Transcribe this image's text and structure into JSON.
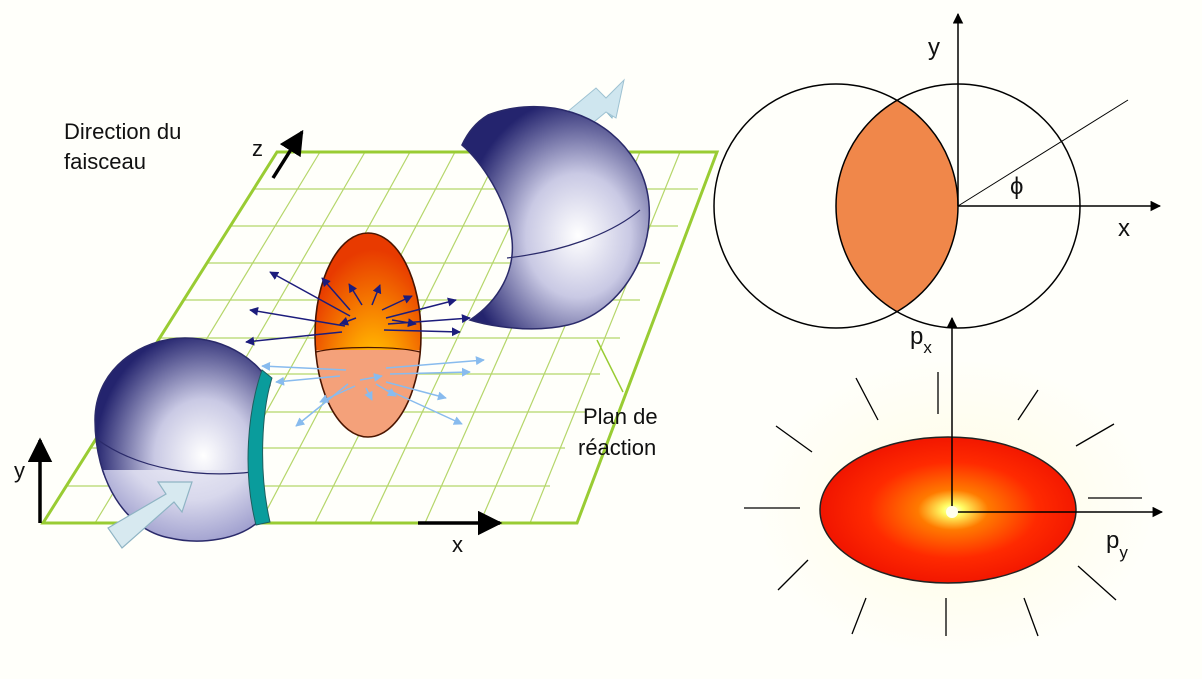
{
  "left_diagram": {
    "beam_label_line1": "Direction du",
    "beam_label_line2": "faisceau",
    "plane_label_line1": "Plan de",
    "plane_label_line2": "réaction",
    "axis_z": "z",
    "axis_y": "y",
    "axis_x": "x"
  },
  "overlap_diagram": {
    "axis_y": "y",
    "axis_x": "x",
    "angle_symbol": "ϕ"
  },
  "momentum_diagram": {
    "axis_px_main": "p",
    "axis_px_sub": "x",
    "axis_py_main": "p",
    "axis_py_sub": "y"
  },
  "colors": {
    "grid_green": "#99cc33",
    "nucleus_blue": "#2a2a7a",
    "fireball_orange": "#ff6a00",
    "overlap_orange": "#f0874a",
    "ellipse_red": "#ff2200",
    "cyan_rim": "#009999"
  }
}
